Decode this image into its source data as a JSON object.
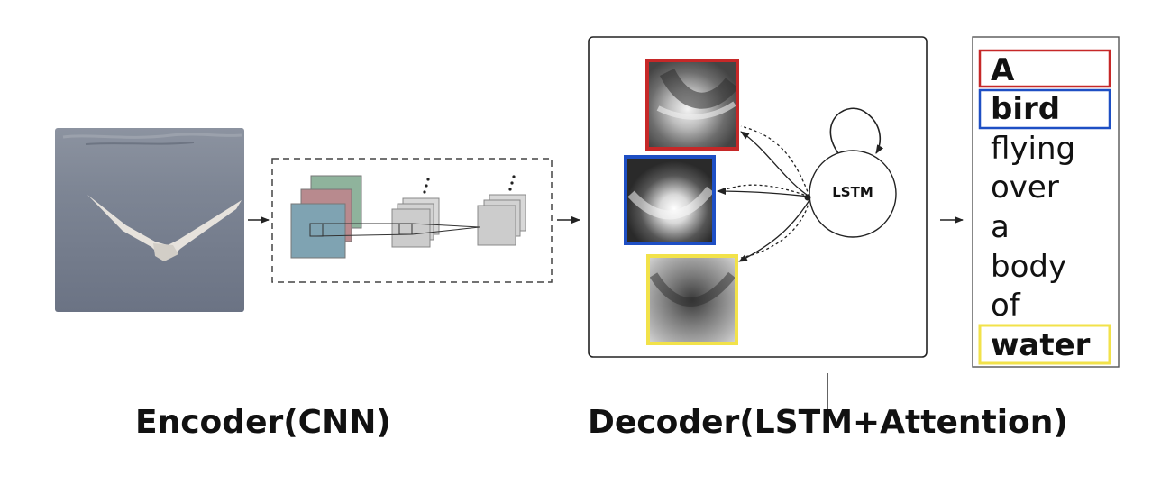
{
  "encoder": {
    "caption": "Encoder(CNN)",
    "input_image": "seagull-flying-over-water"
  },
  "decoder": {
    "caption": "Decoder(LSTM+Attention)",
    "lstm_label": "LSTM",
    "attention_maps": [
      {
        "word": "A",
        "border_color": "#c62828"
      },
      {
        "word": "bird",
        "border_color": "#1e4fc4"
      },
      {
        "word": "water",
        "border_color": "#f2e24a"
      }
    ]
  },
  "caption_words": [
    {
      "text": "A",
      "bold": true,
      "highlight": "#c62828"
    },
    {
      "text": "bird",
      "bold": true,
      "highlight": "#1e4fc4"
    },
    {
      "text": "flying",
      "bold": false,
      "highlight": ""
    },
    {
      "text": "over",
      "bold": false,
      "highlight": ""
    },
    {
      "text": "a",
      "bold": false,
      "highlight": ""
    },
    {
      "text": "body",
      "bold": false,
      "highlight": ""
    },
    {
      "text": "of",
      "bold": false,
      "highlight": ""
    },
    {
      "text": "water",
      "bold": true,
      "highlight": "#f2e24a"
    }
  ]
}
